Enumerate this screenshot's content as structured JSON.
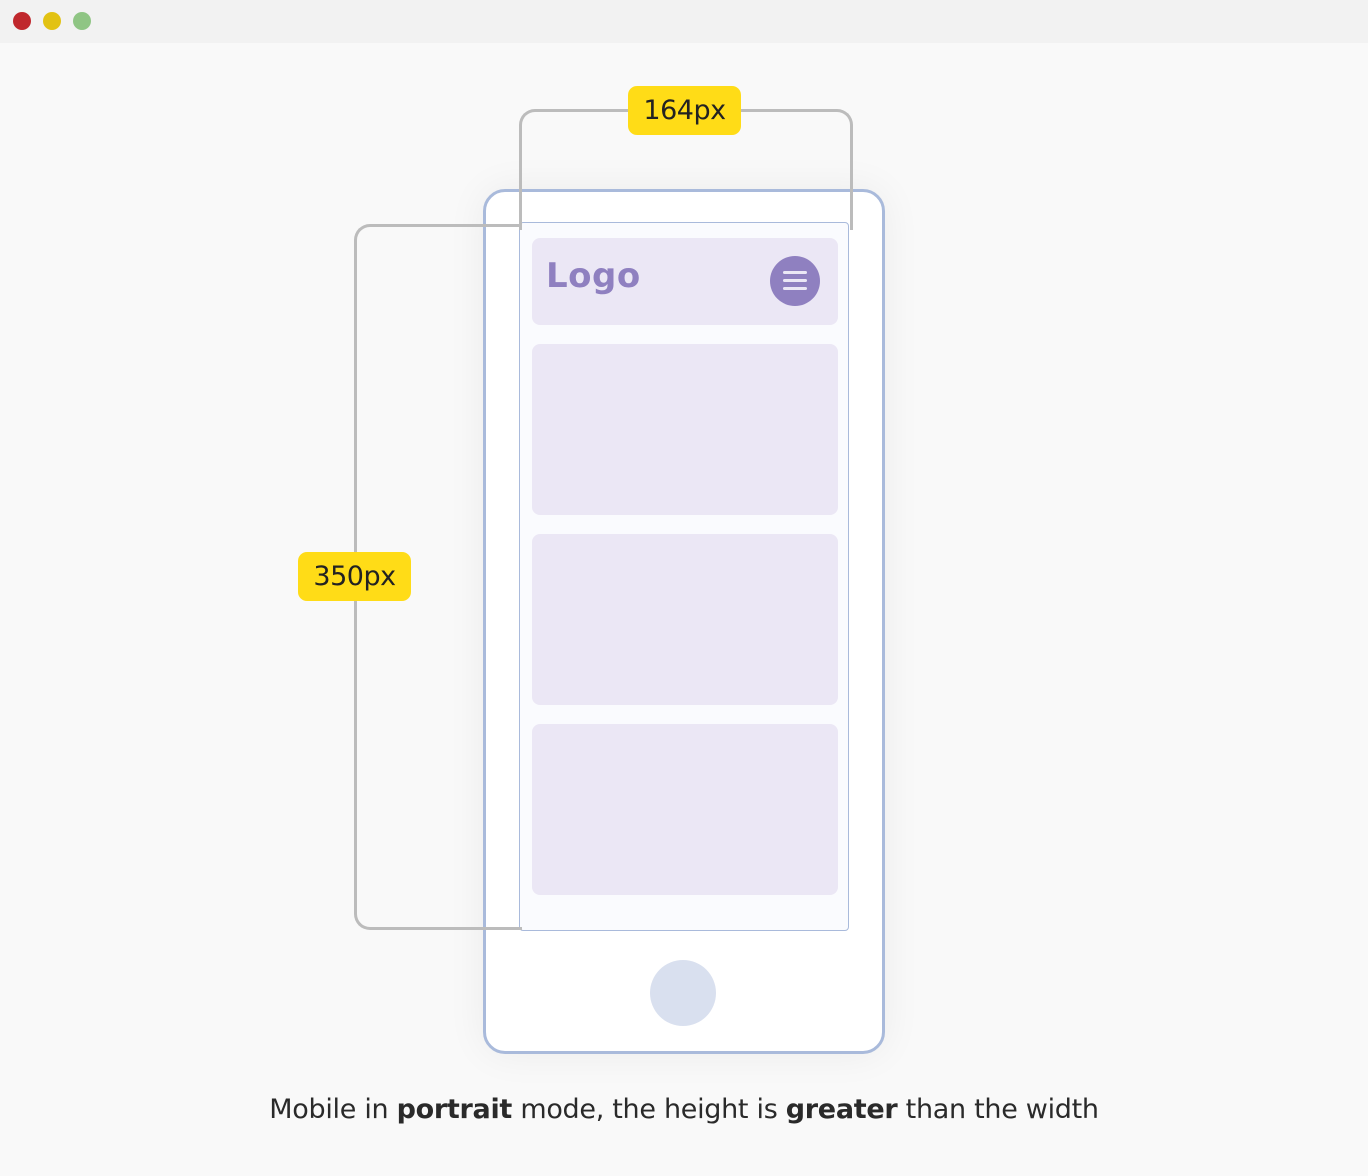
{
  "window": {
    "controls": [
      {
        "name": "close",
        "color": "#c0282d"
      },
      {
        "name": "minimize",
        "color": "#e2c213"
      },
      {
        "name": "maximize",
        "color": "#8fc584"
      }
    ]
  },
  "phone": {
    "header": {
      "logo_text": "Logo",
      "menu_icon": "hamburger-menu-icon"
    },
    "content_cards": 3,
    "home_button": "home-button"
  },
  "dimensions": {
    "width_label": "164px",
    "height_label": "350px"
  },
  "caption": {
    "part1": "Mobile in ",
    "bold1": "portrait",
    "part2": " mode, the height is ",
    "bold2": "greater",
    "part3": " than the width"
  },
  "colors": {
    "accent_purple": "#8f80c0",
    "card_bg": "#ebe7f5",
    "phone_border": "#a9badb",
    "label_yellow": "#ffdc17",
    "bracket_gray": "#bcbcbc"
  }
}
